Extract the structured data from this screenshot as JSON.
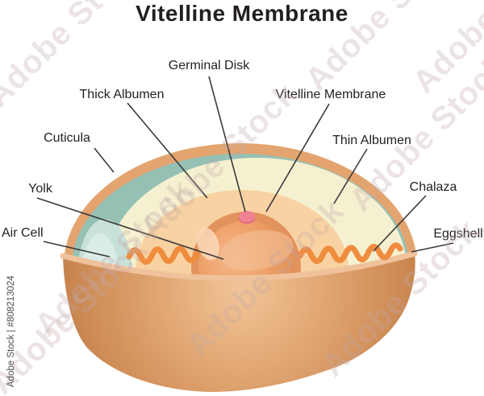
{
  "title": "Vitelline Membrane",
  "labels": {
    "germinal_disk": "Germinal Disk",
    "thick_albumen": "Thick Albumen",
    "vitelline_membrane": "Vitelline Membrane",
    "cuticula": "Cuticula",
    "thin_albumen": "Thin Albumen",
    "yolk": "Yolk",
    "chalaza": "Chalaza",
    "air_cell": "Air Cell",
    "eggshell": "Eggshell"
  },
  "watermark": {
    "pattern_text": "Adobe Stock",
    "stock_id_text": "Adobe Stock | #808213024"
  },
  "colors": {
    "shell": "#E3A46F",
    "cuticula": "#95C0B4",
    "thin_albumen": "#F5F1D0",
    "air_cell": "#C8E1D9",
    "air_cell_highlight": "#DCEDE7",
    "thick_albumen": "#F8D2A2",
    "yolk_rim": "#E2925C",
    "yolk_highlight": "#F9D6B6",
    "germinal_disk": "#EF8193",
    "germinal_disk_shadow": "#E06A80",
    "chalaza": "#EF8C3E",
    "bowl_rim": "#EFC29C",
    "leader_line": "#3A3A3A",
    "label_text": "#231F20"
  }
}
